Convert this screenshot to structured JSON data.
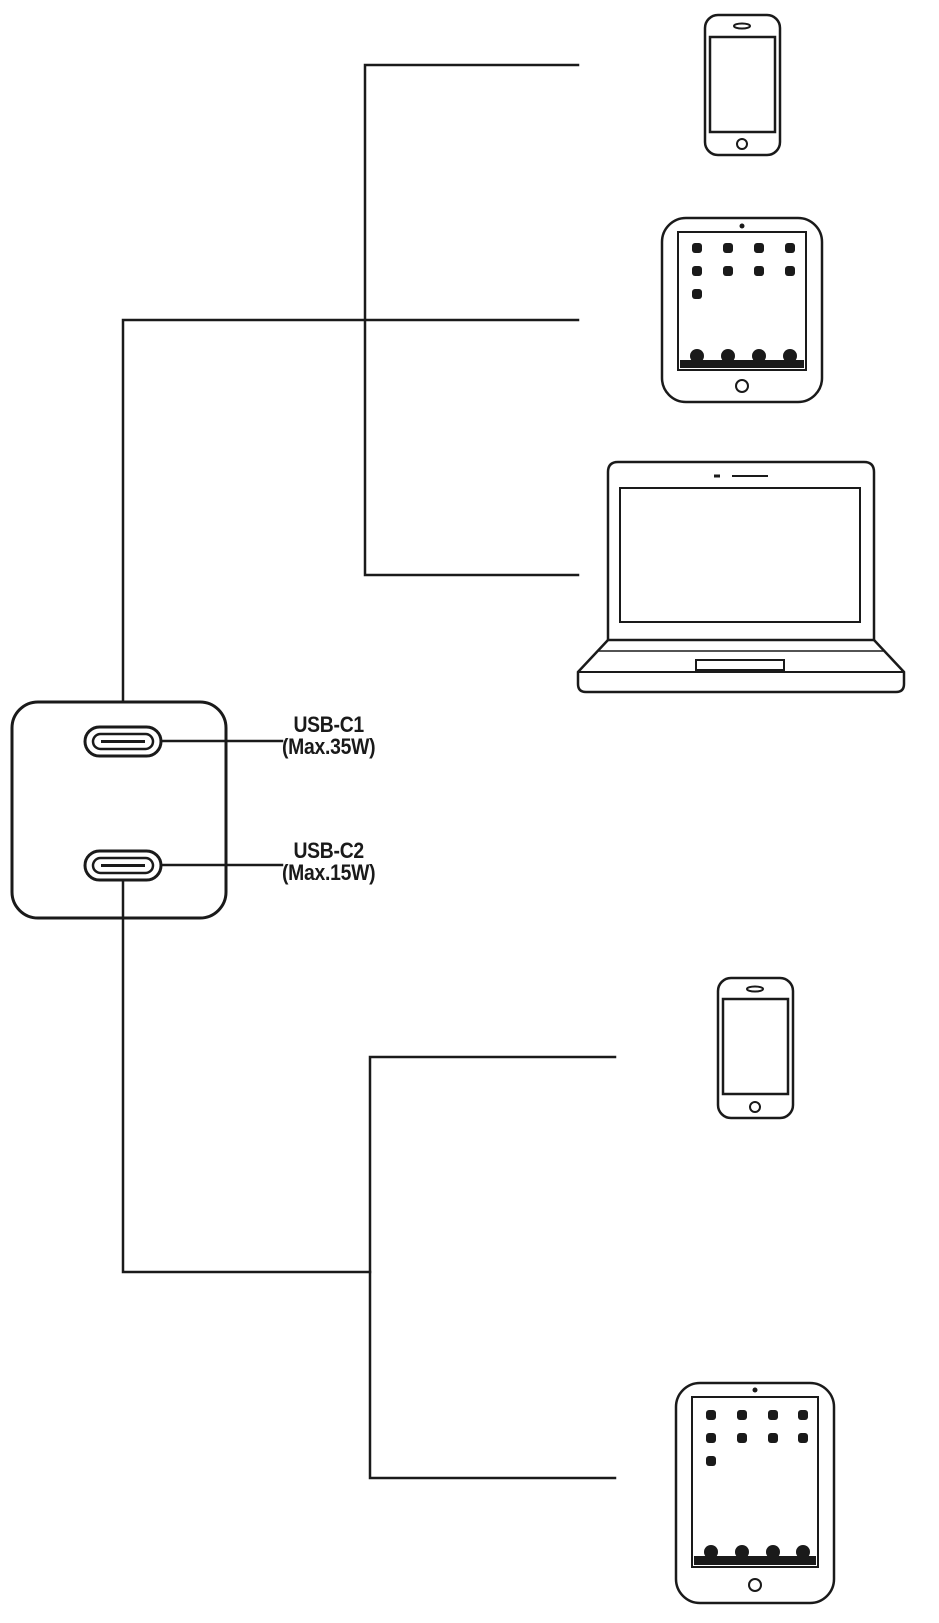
{
  "ports": [
    {
      "name": "USB-C1",
      "max_power": "(Max.35W)"
    },
    {
      "name": "USB-C2",
      "max_power": "(Max.15W)"
    }
  ],
  "devices": {
    "port1": [
      "phone-icon",
      "tablet-icon",
      "laptop-icon"
    ],
    "port2": [
      "phone-icon",
      "tablet-icon"
    ]
  },
  "colors": {
    "line": "#1a1a1a",
    "background": "#ffffff"
  }
}
